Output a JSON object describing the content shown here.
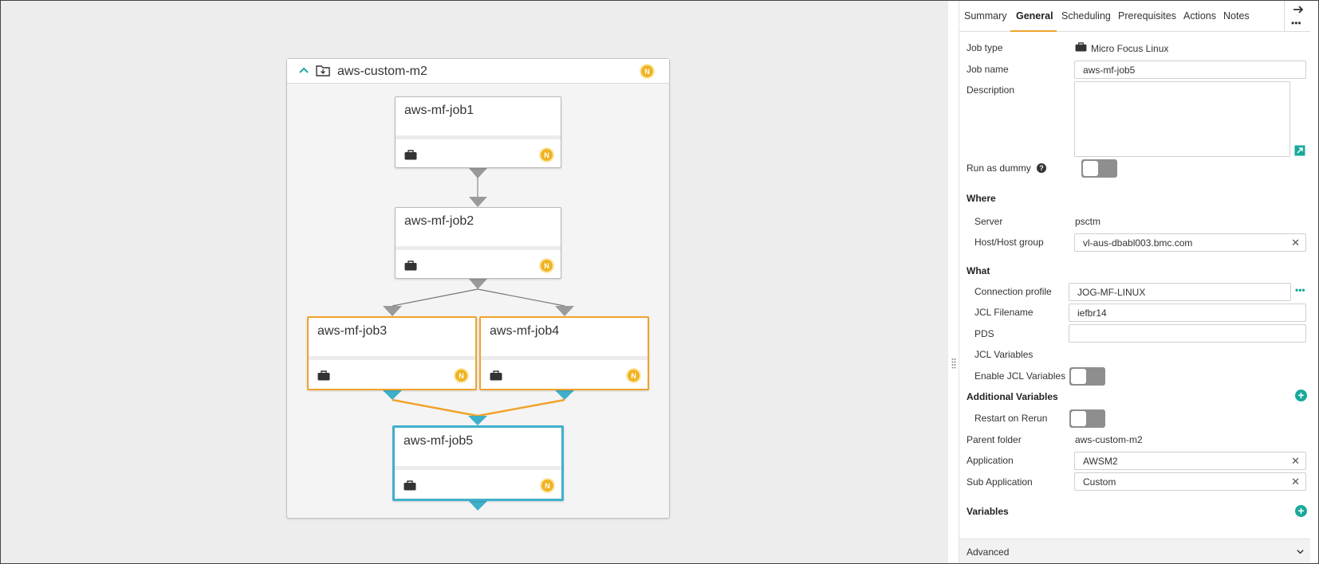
{
  "canvas": {
    "folder": {
      "name": "aws-custom-m2",
      "badge": "N"
    },
    "jobs": [
      {
        "name": "aws-mf-job1",
        "badge": "N"
      },
      {
        "name": "aws-mf-job2",
        "badge": "N"
      },
      {
        "name": "aws-mf-job3",
        "badge": "N"
      },
      {
        "name": "aws-mf-job4",
        "badge": "N"
      },
      {
        "name": "aws-mf-job5",
        "badge": "N"
      }
    ],
    "colors": {
      "orange_selection": "#f0a32c",
      "blue_selection": "#3fb0cc",
      "badge": "#f0b323"
    }
  },
  "panel": {
    "tabs": [
      "Summary",
      "General",
      "Scheduling",
      "Prerequisites",
      "Actions",
      "Notes"
    ],
    "active_tab": "General",
    "general": {
      "job_type_label": "Job type",
      "job_type_value": "Micro Focus Linux",
      "job_name_label": "Job name",
      "job_name_value": "aws-mf-job5",
      "description_label": "Description",
      "description_value": "",
      "run_as_dummy_label": "Run as dummy",
      "run_as_dummy": false,
      "where_section": "Where",
      "server_label": "Server",
      "server_value": "psctm",
      "host_label": "Host/Host group",
      "host_value": "vl-aus-dbabl003.bmc.com",
      "what_section": "What",
      "connection_profile_label": "Connection profile",
      "connection_profile_value": "JOG-MF-LINUX",
      "jcl_filename_label": "JCL Filename",
      "jcl_filename_value": "iefbr14",
      "pds_label": "PDS",
      "pds_value": "",
      "jcl_variables_label": "JCL Variables",
      "enable_jcl_variables_label": "Enable JCL Variables",
      "enable_jcl_variables": false,
      "additional_variables_section": "Additional Variables",
      "restart_on_rerun_label": "Restart on Rerun",
      "restart_on_rerun": false,
      "parent_folder_label": "Parent folder",
      "parent_folder_value": "aws-custom-m2",
      "application_label": "Application",
      "application_value": "AWSM2",
      "sub_application_label": "Sub Application",
      "sub_application_value": "Custom",
      "variables_section": "Variables",
      "advanced_label": "Advanced"
    },
    "accent_color": "#19a99c"
  }
}
